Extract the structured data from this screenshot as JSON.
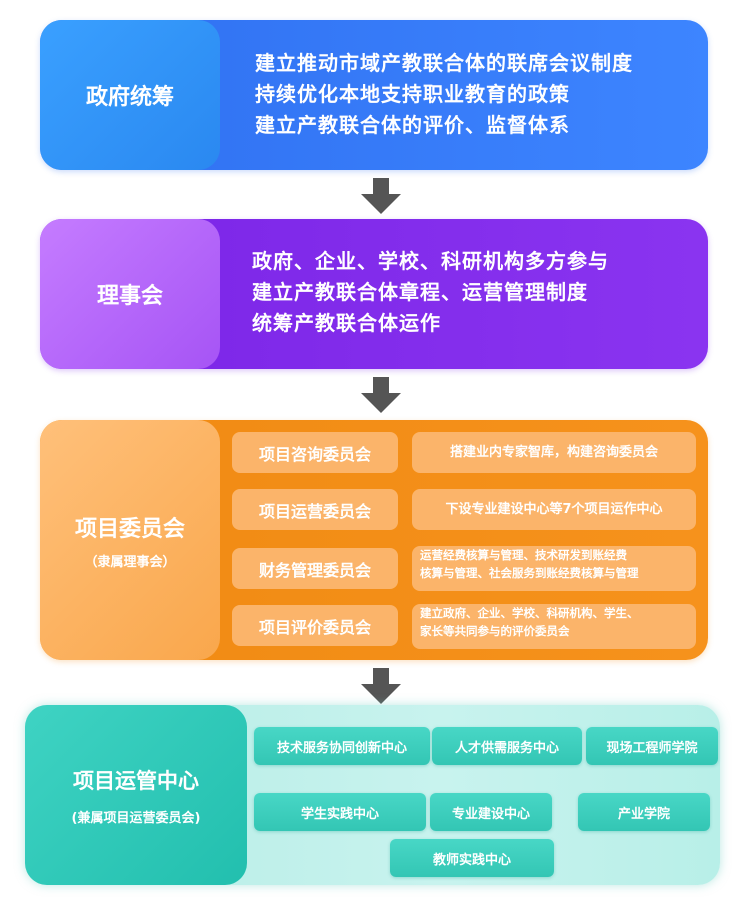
{
  "government": {
    "title": "政府统筹",
    "lines": [
      "建立推动市域产教联合体的联席会议制度",
      "持续优化本地支持职业教育的政策",
      "建立产教联合体的评价、监督体系"
    ]
  },
  "council": {
    "title": "理事会",
    "lines": [
      "政府、企业、学校、科研机构多方参与",
      "建立产教联合体章程、运营管理制度",
      "统筹产教联合体运作"
    ]
  },
  "committee": {
    "title": "项目委员会",
    "subtitle": "（隶属理事会）",
    "rows": [
      {
        "name": "项目咨询委员会",
        "desc": "搭建业内专家智库，构建咨询委员会"
      },
      {
        "name": "项目运营委员会",
        "desc": "下设专业建设中心等7个项目运作中心"
      },
      {
        "name": "财务管理委员会",
        "desc1": "运营经费核算与管理、技术研发到账经费",
        "desc2": "核算与管理、社会服务到账经费核算与管理"
      },
      {
        "name": "项目评价委员会",
        "desc1": "建立政府、企业、学校、科研机构、学生、",
        "desc2": "家长等共同参与的评价委员会"
      }
    ]
  },
  "center": {
    "title": "项目运管中心",
    "subtitle": "(兼属项目运营委员会)",
    "items": [
      "技术服务协同创新中心",
      "人才供需服务中心",
      "现场工程师学院",
      "学生实践中心",
      "专业建设中心",
      "产业学院",
      "教师实践中心"
    ]
  },
  "colors": {
    "blue": "#2f6ff0",
    "purple": "#7a24e6",
    "orange": "#f08a12",
    "teal": "#33c6b4",
    "arrow": "#555555"
  }
}
